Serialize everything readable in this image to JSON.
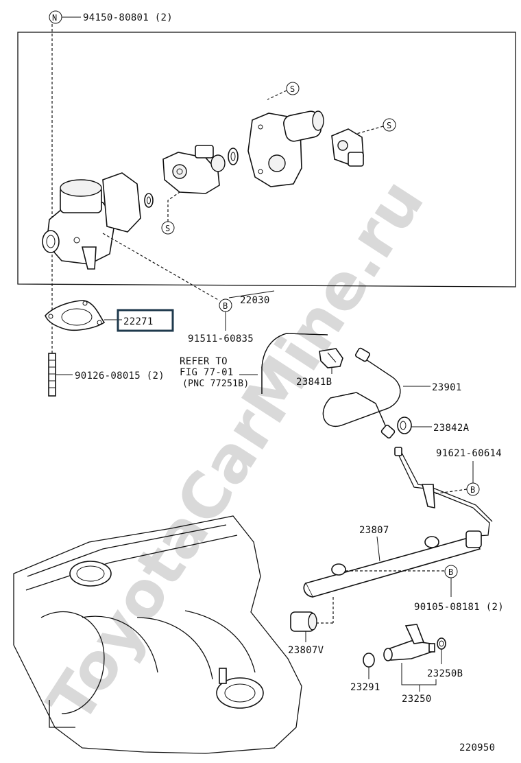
{
  "watermark": "ToyotaCarMine.ru",
  "figure_code": "220950",
  "assembly_box_label": "22030",
  "symbols": {
    "new": "N",
    "sensor": "S",
    "bolt": "B"
  },
  "parts": {
    "p94150": "94150-80801 (2)",
    "p22271": "22271",
    "p91511": "91511-60835",
    "p90126": "90126-08015 (2)",
    "p23841B": "23841B",
    "p23901": "23901",
    "p23842A": "23842A",
    "p91621": "91621-60614",
    "p23807": "23807",
    "p90105": "90105-08181 (2)",
    "p23807V": "23807V",
    "p23291": "23291",
    "p23250B": "23250B",
    "p23250": "23250"
  },
  "refer": {
    "line1": "REFER TO",
    "line2": "FIG 77-01",
    "line3": "(PNC 77251B)"
  },
  "colors": {
    "highlight_box": "#1f3a4d",
    "watermark": "#d9d9d9"
  }
}
